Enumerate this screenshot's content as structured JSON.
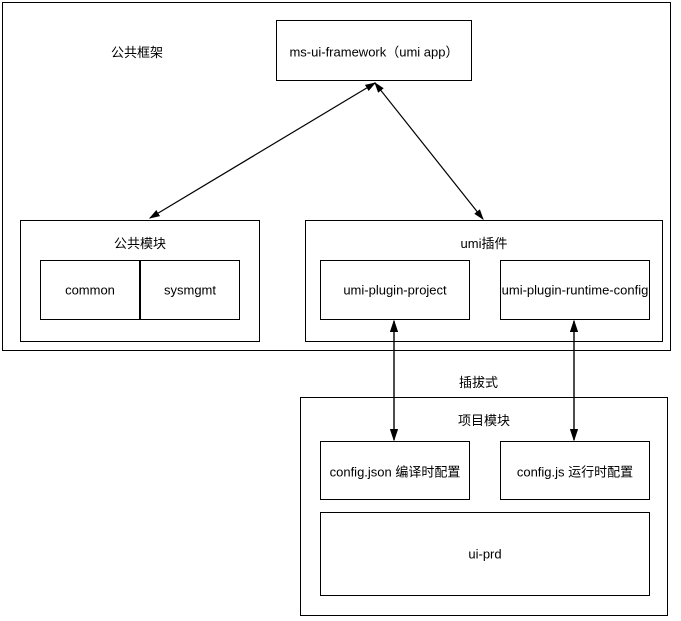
{
  "diagram": {
    "title_framework": "公共框架",
    "plug_in_label": "插拔式",
    "app_box": {
      "label": "ms-ui-framework（umi app）"
    },
    "common_module": {
      "title": "公共模块",
      "children": [
        {
          "label": "common"
        },
        {
          "label": "sysmgmt"
        }
      ]
    },
    "umi_plugins": {
      "title": "umi插件",
      "children": [
        {
          "label": "umi-plugin-project"
        },
        {
          "label": "umi-plugin-runtime-config"
        }
      ]
    },
    "project_module": {
      "title": "项目模块",
      "children": [
        {
          "label": "config.json 编译时配置"
        },
        {
          "label": "config.js 运行时配置"
        },
        {
          "label": "ui-prd"
        }
      ]
    },
    "colors": {
      "stroke": "#000000",
      "text": "#000000",
      "background": "#ffffff"
    }
  }
}
